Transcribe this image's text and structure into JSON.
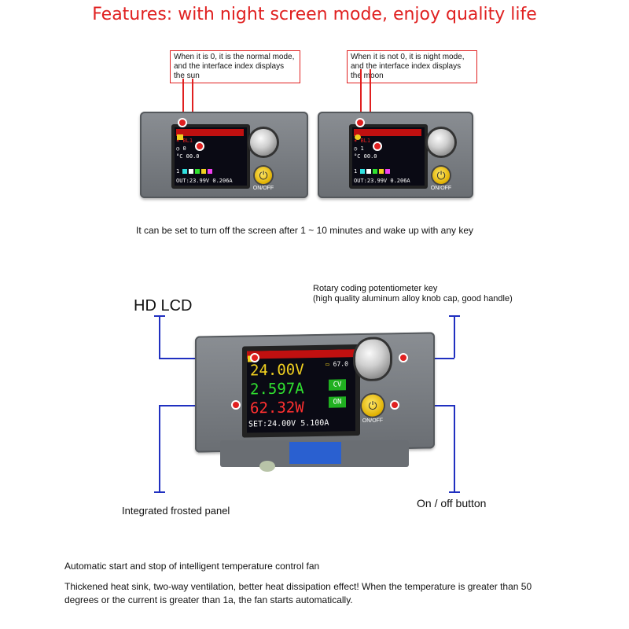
{
  "title": "Features: with night screen mode, enjoy quality life",
  "notes": {
    "normal": "When it is 0, it is the normal mode, and the interface index displays the sun",
    "night": "When it is not 0, it is night mode, and the interface index displays the moon"
  },
  "small_screen": {
    "row1": "BL1",
    "row2": "0",
    "row2_night": "1",
    "row3": "°C 00.0",
    "row5": "1",
    "bottom": "OUT:23.99V 0.206A"
  },
  "onoff_label": "ON/OFF",
  "caption_timeout": "It can be set to turn off the screen after 1 ~ 10 minutes and wake up with any key",
  "callouts": {
    "hd_lcd": "HD LCD",
    "rotary_line1": "Rotary coding potentiometer key",
    "rotary_line2": "(high quality aluminum alloy knob cap, good handle)",
    "frosted": "Integrated frosted panel",
    "onoff": "On / off button"
  },
  "big_screen": {
    "voltage": "24.00V",
    "current": "2.597A",
    "power": "62.32W",
    "temp": "67.0",
    "cv": "CV",
    "on": "ON",
    "set": "SET:24.00V 5.100A"
  },
  "body": {
    "line1": "Automatic start and stop of intelligent temperature control fan",
    "line2": "Thickened heat sink, two-way ventilation, better heat dissipation effect! When the temperature is greater than 50 degrees or the current is greater than 1a, the fan starts automatically."
  },
  "colors": {
    "accent_red": "#e02020",
    "callout_blue": "#2030c0",
    "screen_yellow": "#f0d020",
    "screen_red": "#ff3030",
    "screen_green": "#30e030"
  }
}
